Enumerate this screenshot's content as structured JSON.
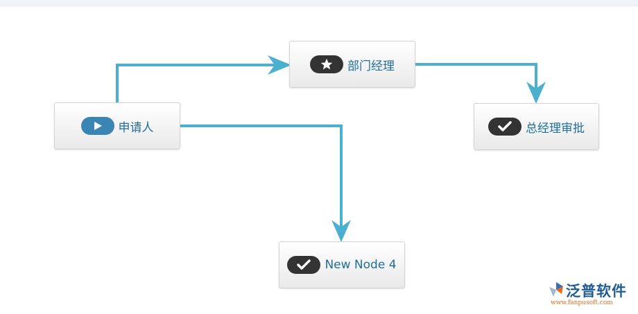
{
  "nodes": [
    {
      "id": "applicant",
      "label": "申请人",
      "icon": "play-icon"
    },
    {
      "id": "dept-manager",
      "label": "部门经理",
      "icon": "star-icon"
    },
    {
      "id": "gm-approval",
      "label": "总经理审批",
      "icon": "checkmark-icon"
    },
    {
      "id": "node4",
      "label": "New Node 4",
      "icon": "checkmark-icon"
    }
  ],
  "connections": [
    {
      "from": "applicant",
      "to": "dept-manager"
    },
    {
      "from": "dept-manager",
      "to": "gm-approval"
    },
    {
      "from": "applicant",
      "to": "node4"
    }
  ],
  "colors": {
    "connector": "#4bafcf",
    "label": "#1f6e9c",
    "badge_dark": "#333333",
    "badge_start": "#3a85b3"
  },
  "watermark": {
    "brand": "泛普软件",
    "url": "www.fanpusoft.com"
  }
}
